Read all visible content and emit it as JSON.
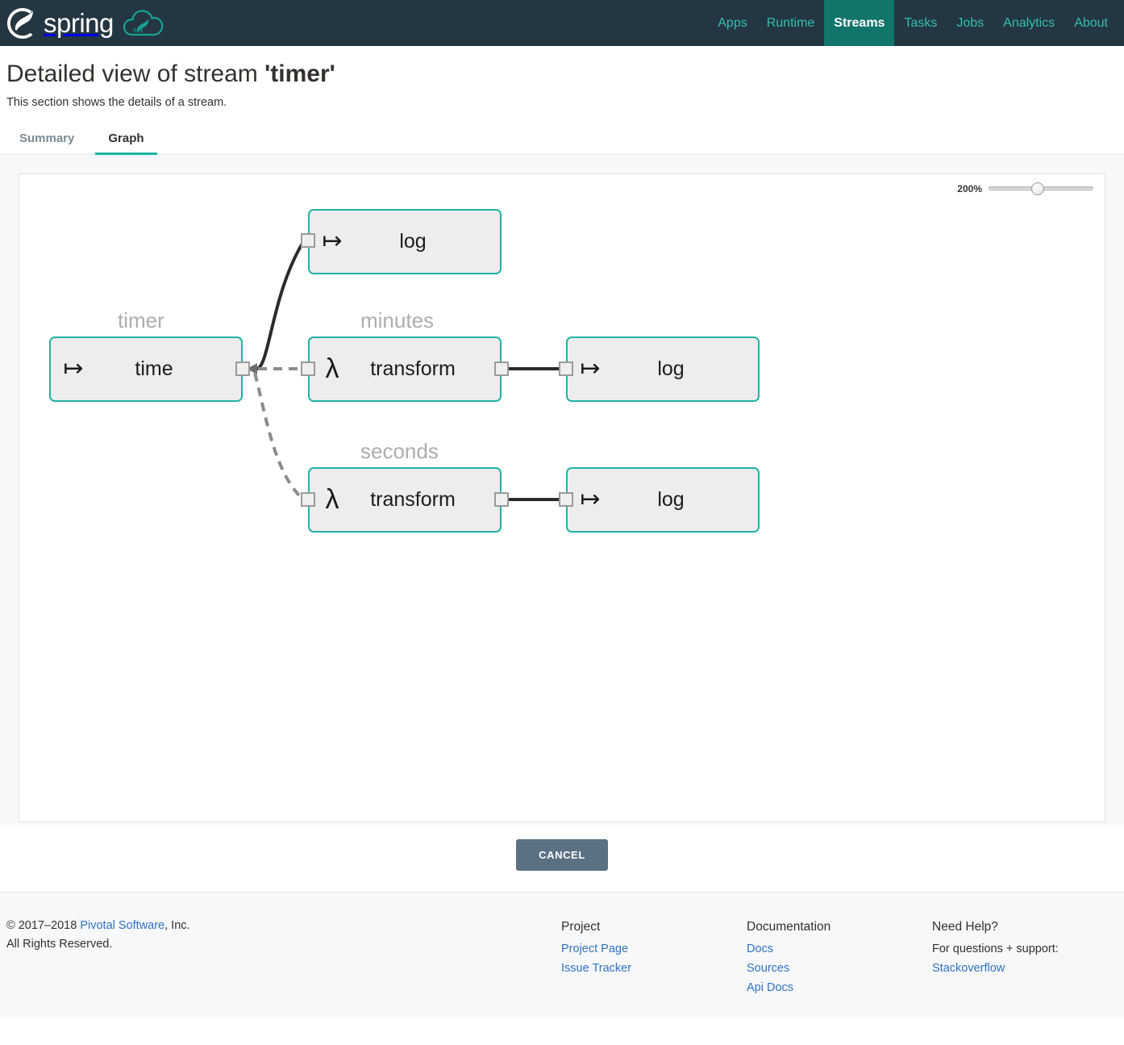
{
  "header": {
    "brand_word": "spring",
    "brand_leaf_icon": "spring-leaf-icon",
    "brand_cloud_icon": "spring-cloud-icon",
    "nav": [
      {
        "label": "Apps",
        "active": false
      },
      {
        "label": "Runtime",
        "active": false
      },
      {
        "label": "Streams",
        "active": true
      },
      {
        "label": "Tasks",
        "active": false
      },
      {
        "label": "Jobs",
        "active": false
      },
      {
        "label": "Analytics",
        "active": false
      },
      {
        "label": "About",
        "active": false
      }
    ]
  },
  "page": {
    "title_prefix": "Detailed view of stream ",
    "title_stream": "'timer'",
    "subtitle": "This section shows the details of a stream."
  },
  "tabs": [
    {
      "label": "Summary",
      "active": false
    },
    {
      "label": "Graph",
      "active": true
    }
  ],
  "graph": {
    "zoom_percent": "200%",
    "zoom_value": "46",
    "zoom_min": "0",
    "zoom_max": "100",
    "nodes": [
      {
        "id": "time",
        "name": "timer",
        "label": "time",
        "icon": "source-icon",
        "glyph": "↦"
      },
      {
        "id": "log-top",
        "name": "",
        "label": "log",
        "icon": "sink-icon",
        "glyph": "↦"
      },
      {
        "id": "tx-minutes",
        "name": "minutes",
        "label": "transform",
        "icon": "lambda-icon",
        "glyph": "λ"
      },
      {
        "id": "log-minutes",
        "name": "",
        "label": "log",
        "icon": "sink-icon",
        "glyph": "↦"
      },
      {
        "id": "tx-seconds",
        "name": "seconds",
        "label": "transform",
        "icon": "lambda-icon",
        "glyph": "λ"
      },
      {
        "id": "log-seconds",
        "name": "",
        "label": "log",
        "icon": "sink-icon",
        "glyph": "↦"
      }
    ],
    "edges": [
      {
        "from": "time",
        "to": "log-top",
        "style": "solid"
      },
      {
        "from": "time",
        "to": "tx-minutes",
        "style": "dashed"
      },
      {
        "from": "time",
        "to": "tx-seconds",
        "style": "dashed"
      },
      {
        "from": "tx-minutes",
        "to": "log-minutes",
        "style": "solid"
      },
      {
        "from": "tx-seconds",
        "to": "log-seconds",
        "style": "solid"
      }
    ],
    "colors": {
      "node_border": "#21b3a4",
      "node_fill": "#ededed",
      "edge_solid": "#2b2b2b",
      "edge_dashed": "#8c8c8c",
      "node_name": "#adadad"
    }
  },
  "actions": {
    "cancel_label": "CANCEL"
  },
  "footer": {
    "copyright_line1_pre": "© 2017–2018 ",
    "copyright_link": "Pivotal Software",
    "copyright_line1_post": ", Inc.",
    "copyright_line2": "All Rights Reserved.",
    "columns": [
      {
        "heading": "Project",
        "links": [
          "Project Page",
          "Issue Tracker"
        ],
        "static": []
      },
      {
        "heading": "Documentation",
        "links": [
          "Docs",
          "Sources",
          "Api Docs"
        ],
        "static": []
      },
      {
        "heading": "Need Help?",
        "links": [
          "Stackoverflow"
        ],
        "static": [
          "For questions + support:"
        ]
      }
    ]
  }
}
